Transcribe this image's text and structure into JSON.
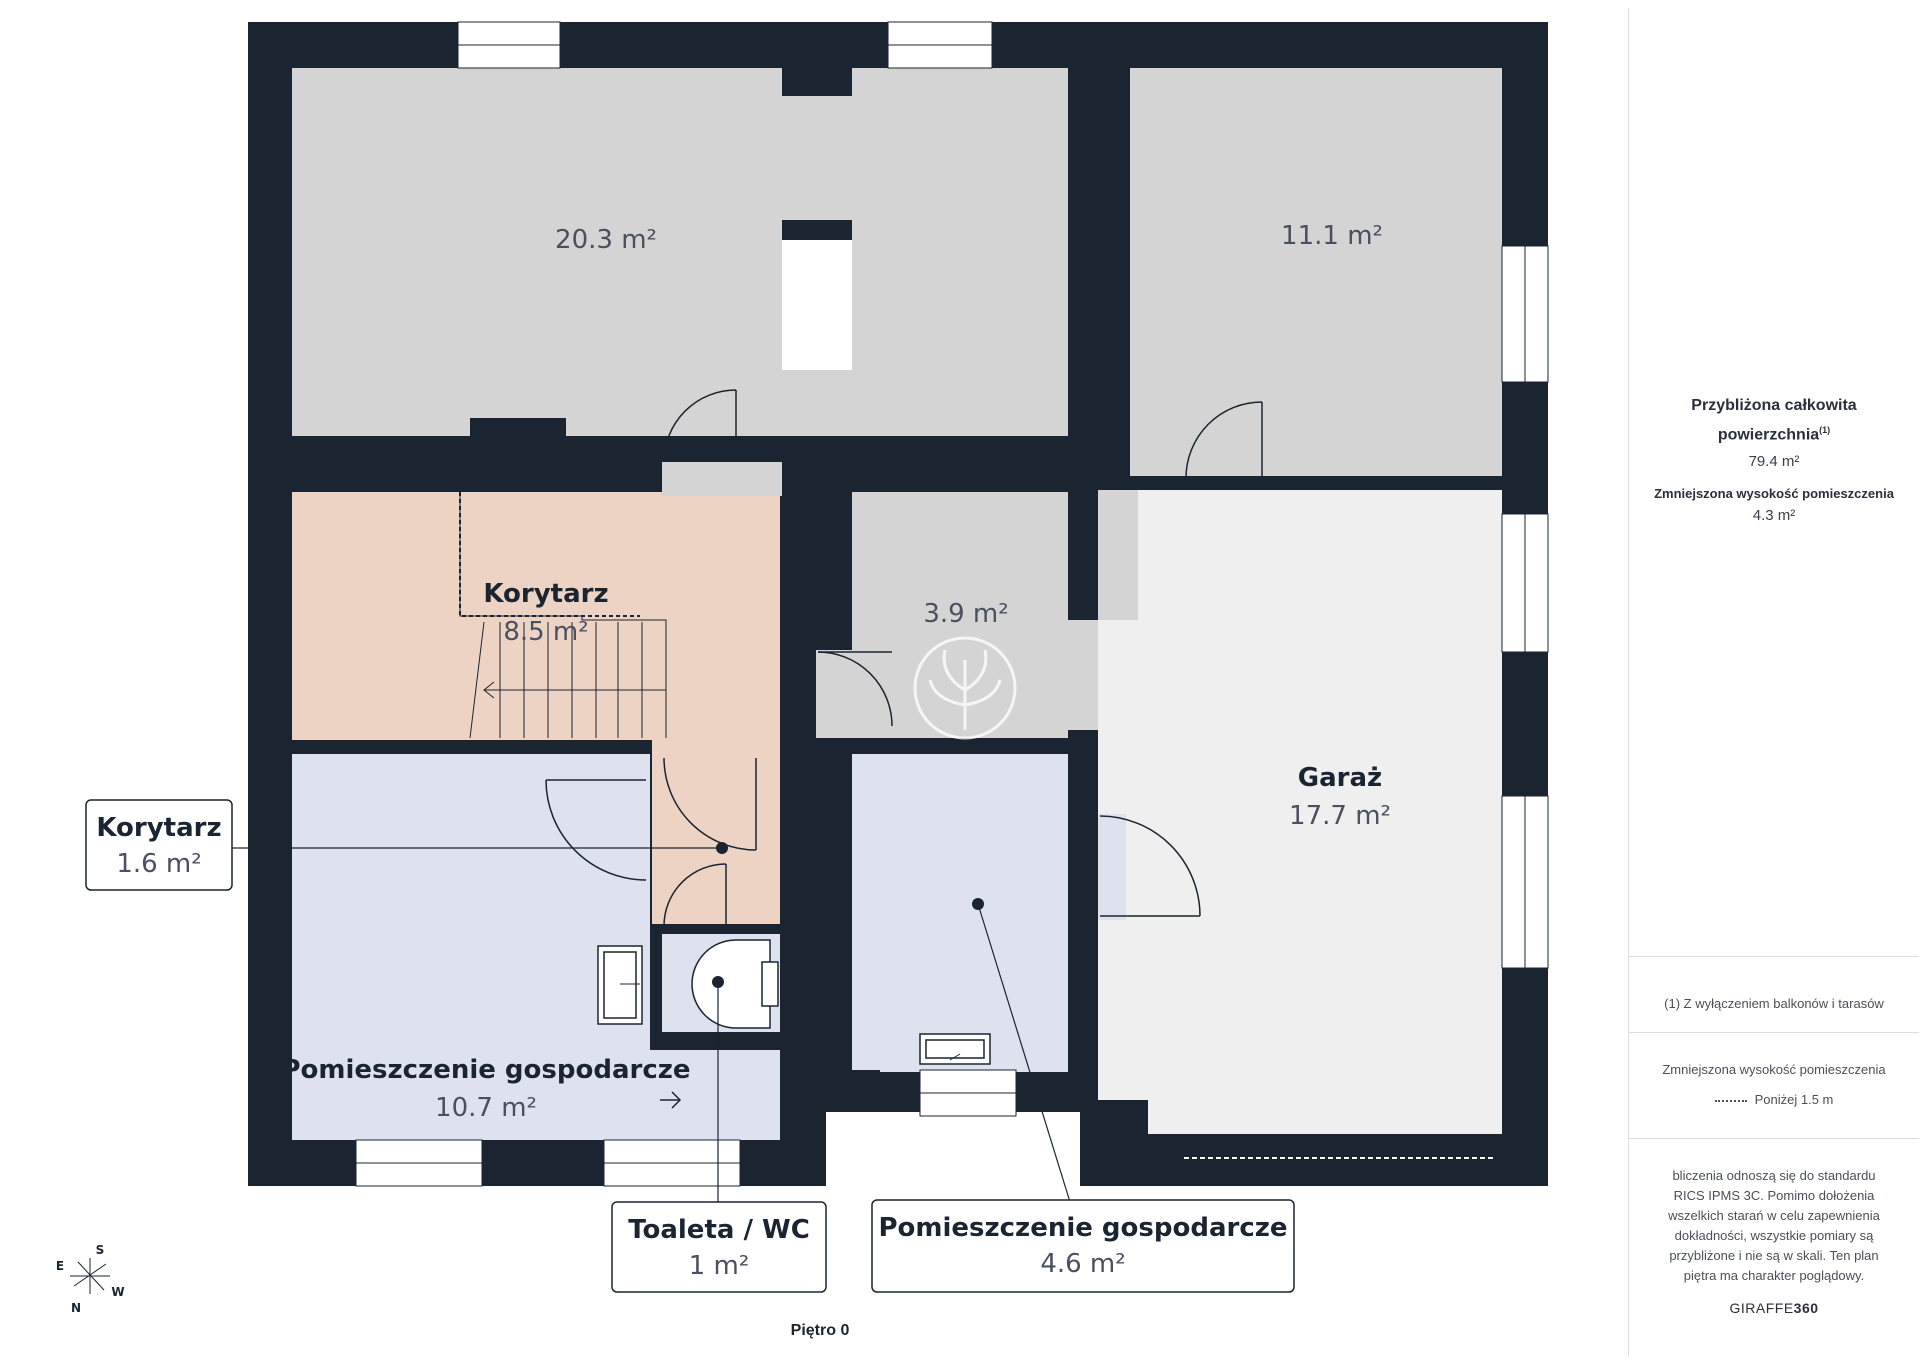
{
  "rooms": {
    "room_a_area": "20.3 m²",
    "room_b_area": "11.1 m²",
    "corridor_name": "Korytarz",
    "corridor_area": "8.5 m²",
    "room_c_area": "3.9 m²",
    "garage_name": "Garaż",
    "garage_area": "17.7 m²",
    "utility_large_name": "Pomieszczenie gospodarcze",
    "utility_large_area": "10.7 m²"
  },
  "callouts": {
    "small_corridor_name": "Korytarz",
    "small_corridor_area": "1.6 m²",
    "toilet_name": "Toaleta / WC",
    "toilet_area": "1 m²",
    "utility_small_name": "Pomieszczenie gospodarcze",
    "utility_small_area": "4.6 m²"
  },
  "compass": {
    "n": "N",
    "s": "S",
    "e": "E",
    "w": "W"
  },
  "floor_label": "Piętro 0",
  "sidebar": {
    "total_title_line1": "Przybliżona całkowita",
    "total_title_line2": "powierzchnia",
    "total_sup": "(1)",
    "total_value": "79.4 m²",
    "reduced_title": "Zmniejszona wysokość pomieszczenia",
    "reduced_value": "4.3 m²",
    "footnote": "(1) Z wyłączeniem balkonów i tarasów",
    "legend_title": "Zmniejszona wysokość pomieszczenia",
    "legend_item": "Poniżej 1.5 m",
    "disclaimer": [
      "bliczenia odnoszą się do standardu",
      "RICS IPMS 3C. Pomimo dołożenia",
      "wszelkich starań w celu zapewnienia",
      "dokładności, wszystkie pomiary są",
      "przybliżone i nie są w skali. Ten plan",
      "piętra ma charakter poglądowy."
    ],
    "brand_light": "GIRAFFE",
    "brand_bold": "360"
  },
  "colors": {
    "wall": "#1b2431",
    "room_gray": "#d4d4d4",
    "garage": "#efefef",
    "corridor": "#ecd3c3",
    "utility_blue": "#dde2ee",
    "window": "#ffffff"
  }
}
